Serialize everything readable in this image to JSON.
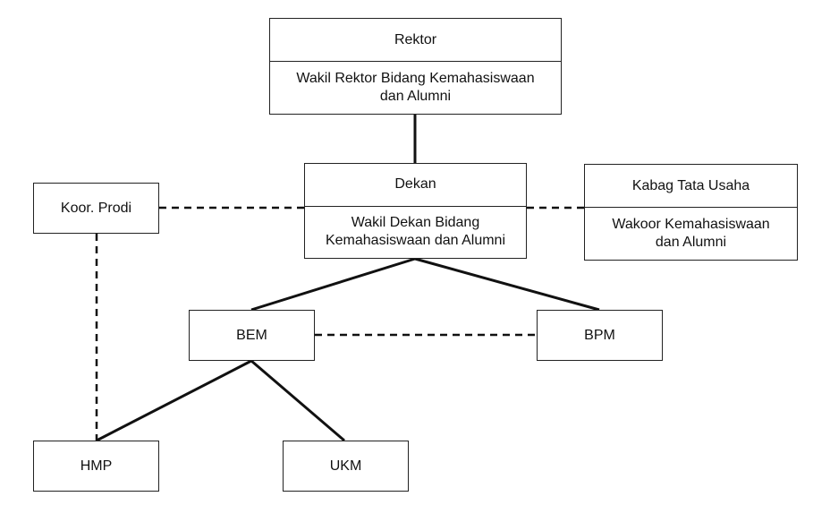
{
  "nodes": {
    "rektor": {
      "title": "Rektor",
      "subtitle": "Wakil Rektor Bidang Kemahasiswaan dan Alumni"
    },
    "dekan": {
      "title": "Dekan",
      "subtitle": "Wakil Dekan Bidang Kemahasiswaan dan Alumni"
    },
    "kabag": {
      "title": "Kabag Tata Usaha",
      "subtitle": "Wakoor Kemahasiswaan dan Alumni"
    },
    "koor_prodi": {
      "title": "Koor. Prodi"
    },
    "bem": {
      "title": "BEM"
    },
    "bpm": {
      "title": "BPM"
    },
    "hmp": {
      "title": "HMP"
    },
    "ukm": {
      "title": "UKM"
    }
  },
  "colors": {
    "line": "#111111",
    "border": "#222222",
    "background": "#ffffff"
  }
}
